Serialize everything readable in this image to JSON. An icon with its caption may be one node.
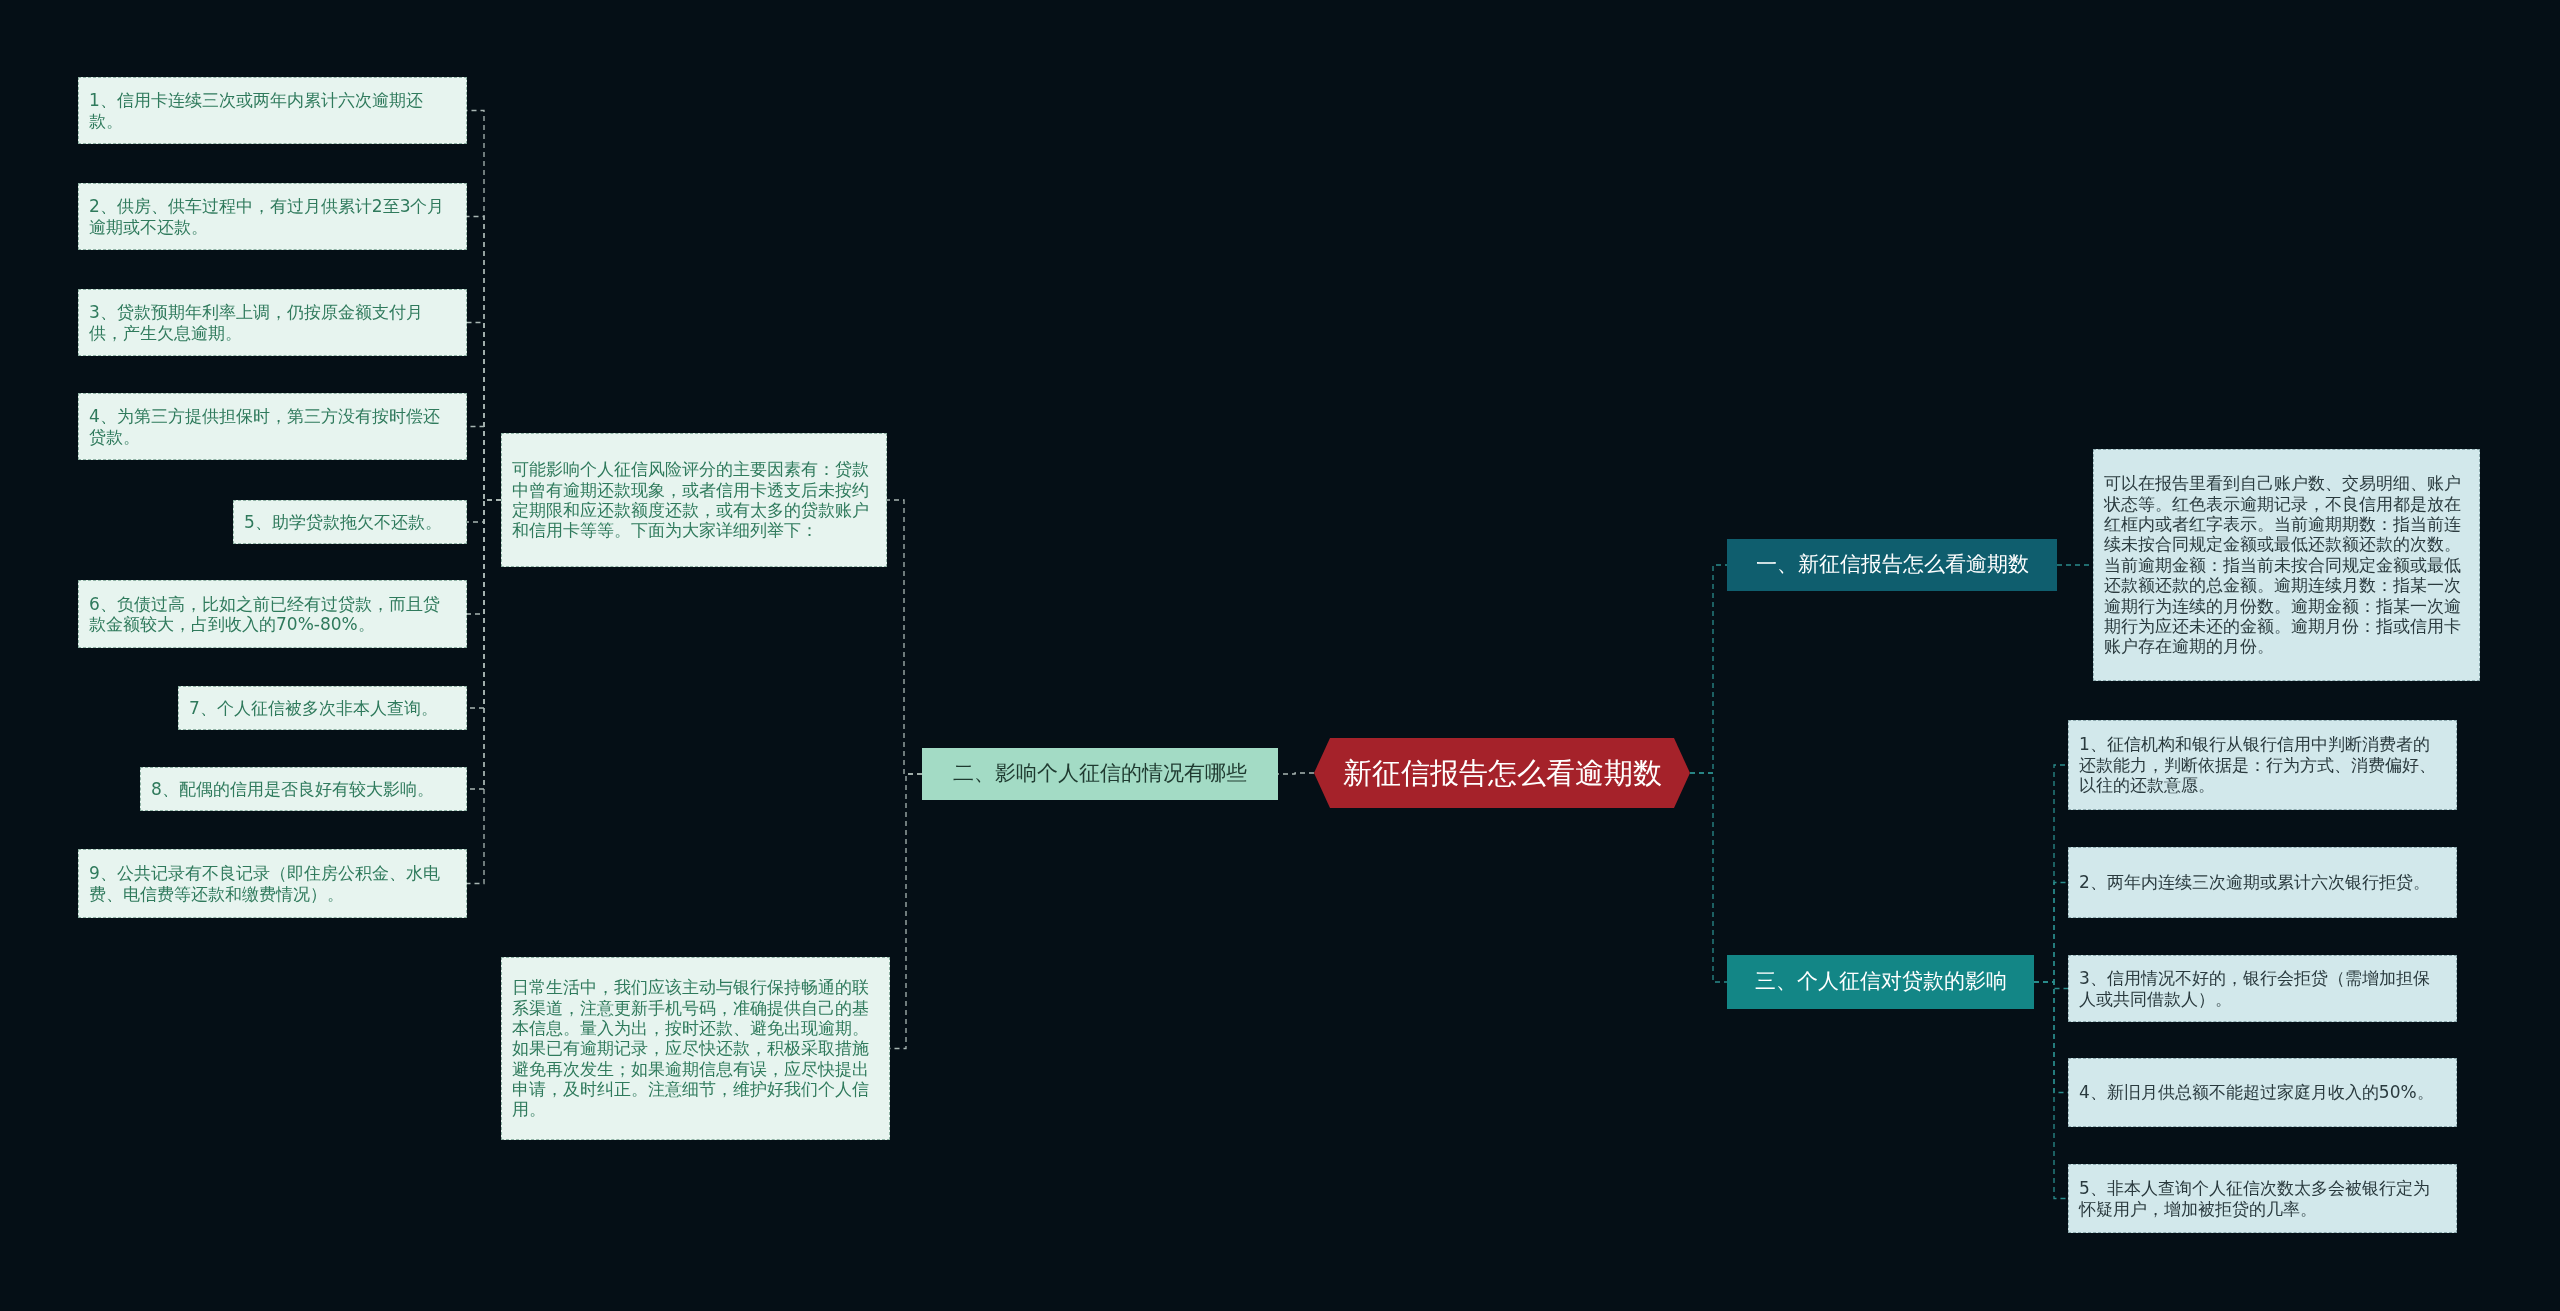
{
  "diagram": {
    "nodes": [
      {
        "text": [
          "新征信报告怎么看逾期数"
        ]
      },
      {
        "text": [
          "二、影响个人征信的情况有哪些"
        ]
      },
      {
        "text": [
          "可能影响个人征信风险评分的主要因素有：贷款中曾有逾期还款现象，或者信用卡透支后未按约定期限和应还款额度还款，或有太多的贷款账户和信用卡等等。下面为大家详细列举下："
        ]
      },
      {
        "text": [
          "1、信用卡连续三次或两年内累计六次逾期还款。"
        ]
      },
      {
        "text": [
          "2、供房、供车过程中，有过月供累计2至3个月逾期或不还款。"
        ]
      },
      {
        "text": [
          "3、贷款预期年利率上调，仍按原金额支付月供，产生欠息逾期。"
        ]
      },
      {
        "text": [
          "4、为第三方提供担保时，第三方没有按时偿还贷款。"
        ]
      },
      {
        "text": [
          "5、助学贷款拖欠不还款。"
        ]
      },
      {
        "text": [
          "6、负债过高，比如之前已经有过贷款，而且贷款金额较大，占到收入的70%-80%。"
        ]
      },
      {
        "text": [
          "7、个人征信被多次非本人查询。"
        ]
      },
      {
        "text": [
          "8、配偶的信用是否良好有较大影响。"
        ]
      },
      {
        "text": [
          "9、公共记录有不良记录（即住房公积金、水电费、电信费等还款和缴费情况）。"
        ]
      },
      {
        "text": [
          "日常生活中，我们应该主动与银行保持畅通的联系渠道，注意更新手机号码，准确提供自己的基本信息。量入为出，按时还款、避免出现逾期。如果已有逾期记录，应尽快还款，积极采取措施避免再次发生；如果逾期信息有误，应尽快提出申请，及时纠正。注意细节，维护好我们个人信用。"
        ]
      },
      {
        "text": [
          "一、新征信报告怎么看逾期数"
        ]
      },
      {
        "text": [
          "可以在报告里看到自己账户数、交易明细、账户状态等。红色表示逾期记录，不良信用都是放在红框内或者红字表示。当前逾期期数：指当前连续未按合同规定金额或最低还款额还款的次数。当前逾期金额：指当前未按合同规定金额或最低还款额还款的总金额。逾期连续月数：指某一次逾期行为连续的月份数。逾期金额：指某一次逾期行为应还未还的金额。逾期月份：指或信用卡账户存在逾期的月份。"
        ]
      },
      {
        "text": [
          "三、个人征信对贷款的影响"
        ]
      },
      {
        "text": [
          "1、征信机构和银行从银行信用中判断消费者的还款能力，判断依据是：行为方式、消费偏好、以往的还款意愿。"
        ]
      },
      {
        "text": [
          "2、两年内连续三次逾期或累计六次银行拒贷。"
        ]
      },
      {
        "text": [
          "3、信用情况不好的，银行会拒贷（需增加担保人或共同借款人）。"
        ]
      },
      {
        "text": [
          "4、新旧月供总额不能超过家庭月收入的50%。"
        ]
      },
      {
        "text": [
          "5、非本人查询个人征信次数太多会被银行定为怀疑用户，增加被拒贷的几率。"
        ]
      }
    ],
    "edges": [
      {
        "from": 0,
        "to": 1,
        "arrow": "none"
      },
      {
        "from": 1,
        "to": 2,
        "arrow": "none"
      },
      {
        "from": 2,
        "to": 3,
        "arrow": "none"
      },
      {
        "from": 2,
        "to": 4,
        "arrow": "none"
      },
      {
        "from": 2,
        "to": 5,
        "arrow": "none"
      },
      {
        "from": 2,
        "to": 6,
        "arrow": "none"
      },
      {
        "from": 2,
        "to": 7,
        "arrow": "none"
      },
      {
        "from": 2,
        "to": 8,
        "arrow": "none"
      },
      {
        "from": 2,
        "to": 9,
        "arrow": "none"
      },
      {
        "from": 2,
        "to": 10,
        "arrow": "none"
      },
      {
        "from": 2,
        "to": 11,
        "arrow": "none"
      },
      {
        "from": 1,
        "to": 12,
        "arrow": "none"
      },
      {
        "from": 0,
        "to": 13,
        "arrow": "none",
        "color": "#2a8c8c"
      },
      {
        "from": 13,
        "to": 14,
        "arrow": "none",
        "color": "#2a8c8c"
      },
      {
        "from": 0,
        "to": 15,
        "arrow": "none",
        "color": "#2a8c8c"
      },
      {
        "from": 15,
        "to": 16,
        "arrow": "none",
        "color": "#2a8c8c"
      },
      {
        "from": 15,
        "to": 17,
        "arrow": "none",
        "color": "#2a8c8c"
      },
      {
        "from": 15,
        "to": 18,
        "arrow": "none",
        "color": "#2a8c8c"
      },
      {
        "from": 15,
        "to": 19,
        "arrow": "none",
        "color": "#2a8c8c"
      },
      {
        "from": 15,
        "to": 20,
        "arrow": "none",
        "color": "#2a8c8c"
      }
    ]
  }
}
